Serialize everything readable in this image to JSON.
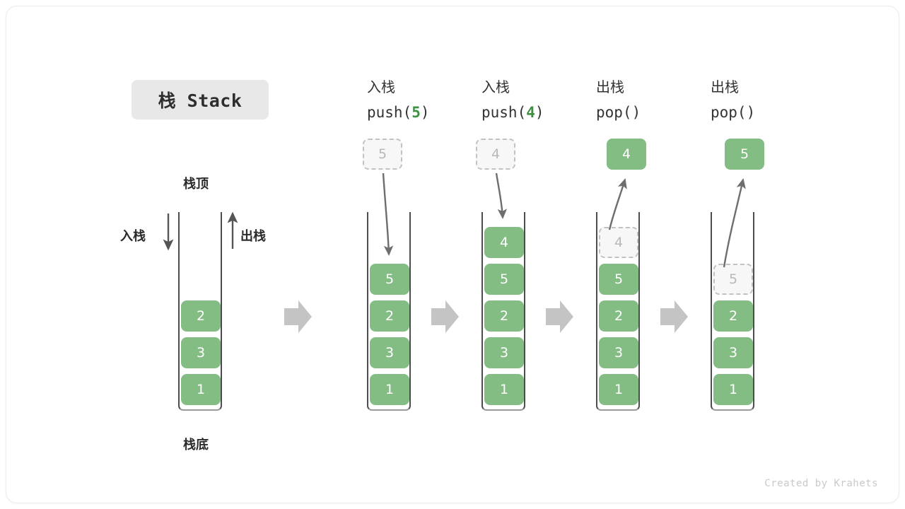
{
  "title": {
    "badge": "栈 Stack"
  },
  "footer": {
    "credit": "Created by Krahets"
  },
  "colors": {
    "cell_fill": "#84bd84",
    "cell_text": "#ffffff",
    "ghost_fill": "#f7f7f7",
    "ghost_border": "#c2c2c2",
    "ghost_text": "#b8b8b8",
    "highlight": "#3e9141",
    "arrow_gray": "#6e6e6e",
    "block_arrow": "#c4c4c4",
    "badge_bg": "#e8e8e8",
    "stack_border": "#4d4d4d"
  },
  "base_stack": {
    "top_label": "栈顶",
    "bottom_label": "栈底",
    "push_label": "入栈",
    "pop_label": "出栈",
    "cells": [
      "2",
      "3",
      "1"
    ]
  },
  "steps": [
    {
      "id": "push-5",
      "operation": "入栈",
      "call_prefix": "push(",
      "call_arg": "5",
      "call_suffix": ")",
      "incoming_ghost": "5",
      "popped_cell": null,
      "ghost_in_stack": null,
      "cells": [
        "5",
        "2",
        "3",
        "1"
      ]
    },
    {
      "id": "push-4",
      "operation": "入栈",
      "call_prefix": "push(",
      "call_arg": "4",
      "call_suffix": ")",
      "incoming_ghost": "4",
      "popped_cell": null,
      "ghost_in_stack": null,
      "cells": [
        "4",
        "5",
        "2",
        "3",
        "1"
      ]
    },
    {
      "id": "pop-1",
      "operation": "出栈",
      "call_prefix": "pop(",
      "call_arg": "",
      "call_suffix": ")",
      "incoming_ghost": null,
      "popped_cell": "4",
      "ghost_in_stack": "4",
      "cells": [
        "5",
        "2",
        "3",
        "1"
      ]
    },
    {
      "id": "pop-2",
      "operation": "出栈",
      "call_prefix": "pop(",
      "call_arg": "",
      "call_suffix": ")",
      "incoming_ghost": null,
      "popped_cell": "5",
      "ghost_in_stack": "5",
      "cells": [
        "2",
        "3",
        "1"
      ]
    }
  ],
  "transitions": [
    "→",
    "→",
    "→",
    "→"
  ]
}
